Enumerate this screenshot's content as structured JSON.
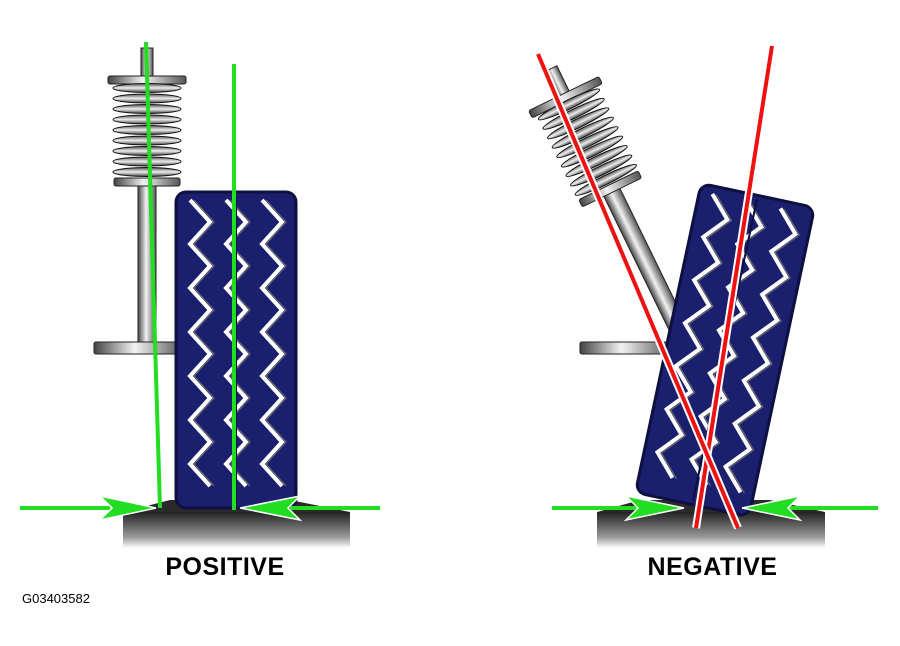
{
  "figure": {
    "id": "G03403582",
    "panels": [
      {
        "label": "POSITIVE",
        "line_color": "#22dd22"
      },
      {
        "label": "NEGATIVE",
        "line_color": "#ee1111"
      }
    ]
  },
  "colors": {
    "tire": "#1a1f6e",
    "tire_outline": "#0d1040",
    "tread_zigzag": "#ffffff",
    "arrow": "#22dd22",
    "ground": "#3a3a3a"
  },
  "icons": [
    "strut-icon",
    "coil-spring-icon",
    "tire-icon",
    "arrow-icon",
    "ground-icon"
  ]
}
